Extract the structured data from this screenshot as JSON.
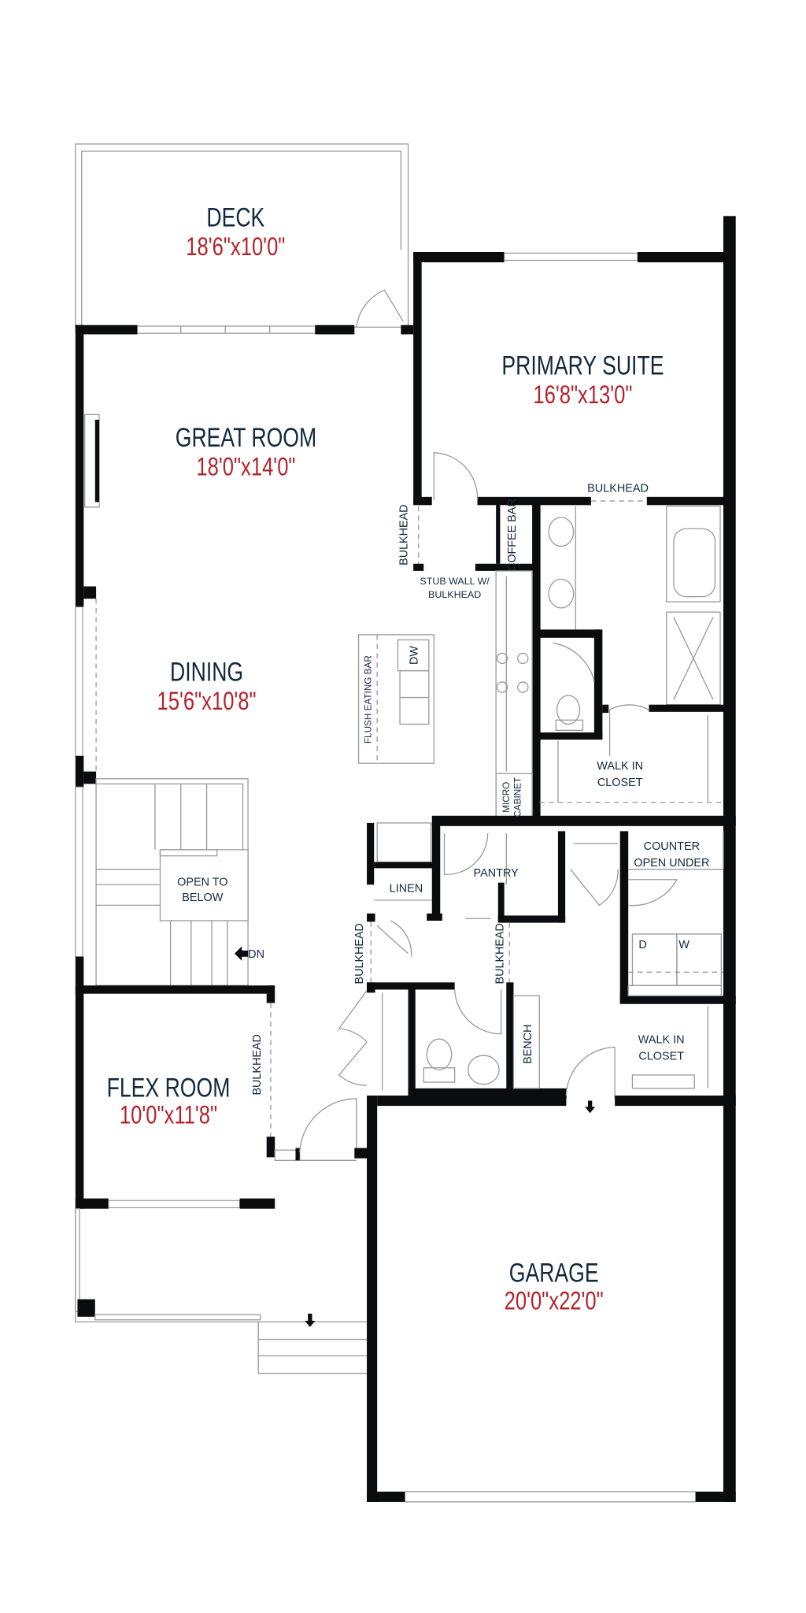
{
  "rooms": {
    "deck": {
      "name": "DECK",
      "dims": "18'6\"x10'0\""
    },
    "primary_suite": {
      "name": "PRIMARY SUITE",
      "dims": "16'8\"x13'0\""
    },
    "great_room": {
      "name": "GREAT ROOM",
      "dims": "18'0\"x14'0\""
    },
    "dining": {
      "name": "DINING",
      "dims": "15'6\"x10'8\""
    },
    "flex_room": {
      "name": "FLEX ROOM",
      "dims": "10'0\"x11'8\""
    },
    "garage": {
      "name": "GARAGE",
      "dims": "20'0\"x22'0\""
    }
  },
  "labels": {
    "bulkhead": "BULKHEAD",
    "coffee_bar": "COFFEE BAR",
    "stub_wall_1": "STUB WALL W/",
    "stub_wall_2": "BULKHEAD",
    "dw": "DW",
    "flush_eating_bar": "FLUSH EATING BAR",
    "micro_cabinet_1": "MICRO",
    "micro_cabinet_2": "CABINET",
    "walk_in_closet_1": "WALK IN",
    "walk_in_closet_2": "CLOSET",
    "open_to_below_1": "OPEN TO",
    "open_to_below_2": "BELOW",
    "dn": "DN",
    "linen": "LINEN",
    "pantry": "PANTRY",
    "counter_1": "COUNTER",
    "counter_2": "OPEN UNDER",
    "dryer": "D",
    "washer": "W",
    "bench": "BENCH"
  }
}
